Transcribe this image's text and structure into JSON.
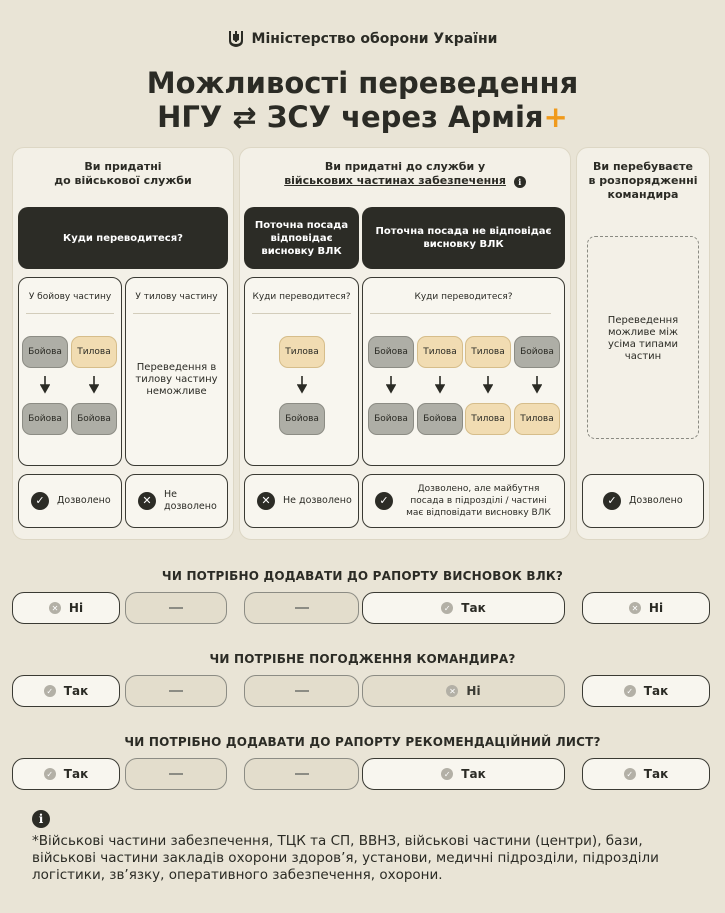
{
  "header": {
    "ministry": "Міністерство оборони України",
    "title_line1": "Можливості переведення",
    "title_line2": "НГУ ⇄ ЗСУ через Армія",
    "title_plus": "+"
  },
  "columns": {
    "c1": {
      "header_line1": "Ви придатні",
      "header_line2": "до військової служби",
      "dark": "Куди переводитеся?",
      "sub_left_title": "У бойову частину",
      "sub_right_title": "У тилову частину",
      "sub_right_text": "Переведення в тилову частину неможливе",
      "status_left": "Дозволено",
      "status_right": "Не дозволено"
    },
    "c2": {
      "header_line1": "Ви придатні до служби у",
      "header_line2": "військових частинах забезпечення",
      "dark_left": "Поточна посада відповідає висновку ВЛК",
      "dark_right": "Поточна посада не відповідає висновку ВЛК",
      "sub_left_title": "Куди переводитеся?",
      "sub_right_title": "Куди переводитеся?",
      "status_left": "Не дозволено",
      "status_right": "Дозволено, але майбутня посада в підрозділі / частині має відповідати висновку ВЛК"
    },
    "c3": {
      "header_line1": "Ви перебуваєте",
      "header_line2": "в розпорядженні",
      "header_line3": "командира",
      "dashed_text": "Переведення можливе між усіма типами частин",
      "status": "Дозволено"
    }
  },
  "chips": {
    "combat": "Бойова",
    "rear": "Тилова"
  },
  "questions": [
    {
      "title": "ЧИ ПОТРІБНО ДОДАВАТИ ДО РАПОРТУ ВИСНОВОК ВЛК?",
      "answers": [
        "Ні",
        "",
        "",
        "Так",
        "Ні"
      ]
    },
    {
      "title": "ЧИ ПОТРІБНЕ ПОГОДЖЕННЯ КОМАНДИРА?",
      "answers": [
        "Так",
        "",
        "",
        "Ні",
        "Так"
      ]
    },
    {
      "title": "ЧИ ПОТРІБНО ДОДАВАТИ ДО РАПОРТУ РЕКОМЕНДАЦІЙНИЙ ЛИСТ?",
      "answers": [
        "Так",
        "",
        "",
        "Так",
        "Так"
      ]
    }
  ],
  "footnote": "*Військові частини забезпечення, ТЦК та СП, ВВНЗ, військові частини (центри), бази, військові частини закладів охорони здоров’я, установи, медичні підрозділи, підрозділи логістики, зв’язку, оперативного забезпечення, охорони.",
  "colors": {
    "background": "#e9e4d6",
    "dark": "#2c2c26",
    "accent": "#f09a1c",
    "combat_chip": "#aeaea6",
    "rear_chip": "#f1dcb2"
  }
}
